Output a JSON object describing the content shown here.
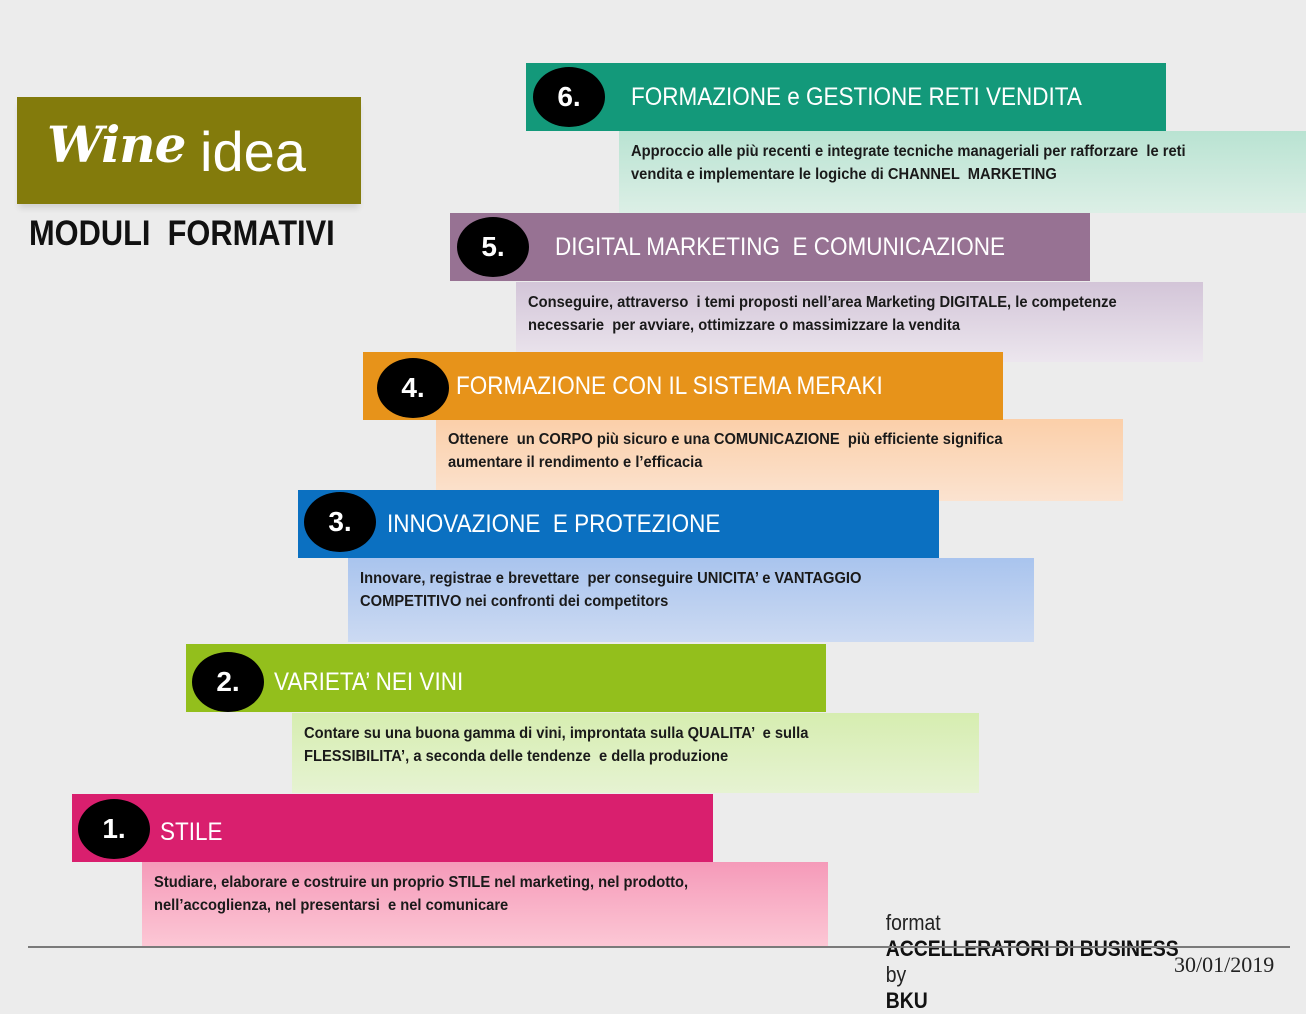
{
  "logo": {
    "wine": "Wine",
    "idea": "idea",
    "bg_color": "#837b0c"
  },
  "subtitle": "MODULI  FORMATIVI",
  "steps": [
    {
      "number": "6.",
      "title": "FORMAZIONE e GESTIONE RETI VENDITA",
      "color": "#13997a",
      "desc_line1": "Approccio alle più recenti e integrate tecniche manageriali per rafforzare  le reti",
      "desc_line2": "vendita e implementare le logiche di CHANNEL  MARKETING"
    },
    {
      "number": "5.",
      "title": "DIGITAL MARKETING  E COMUNICAZIONE",
      "color": "#977293",
      "desc_line1": "Conseguire, attraverso  i temi proposti nell’area Marketing DIGITALE, le competenze",
      "desc_line2": "necessarie  per avviare, ottimizzare o massimizzare la vendita"
    },
    {
      "number": "4.",
      "title": "FORMAZIONE CON IL SISTEMA MERAKI",
      "color": "#e7931a",
      "desc_line1": "Ottenere  un CORPO più sicuro e una COMUNICAZIONE  più efficiente significa",
      "desc_line2": "aumentare il rendimento e l’efficacia"
    },
    {
      "number": "3.",
      "title": "INNOVAZIONE  E PROTEZIONE",
      "color": "#0b70c1",
      "desc_line1": "Innovare, registrae e brevettare  per conseguire UNICITA’ e VANTAGGIO",
      "desc_line2": "COMPETITIVO nei confronti dei competitors"
    },
    {
      "number": "2.",
      "title": "VARIETA’ NEI VINI",
      "color": "#93bf1c",
      "desc_line1": "Contare su una buona gamma di vini, improntata sulla QUALITA’  e sulla",
      "desc_line2": "FLESSIBILITA’, a seconda delle tendenze  e della produzione"
    },
    {
      "number": "1.",
      "title": "STILE",
      "color": "#d91f6e",
      "desc_line1": "Studiare, elaborare e costruire un proprio STILE nel marketing, nel prodotto,",
      "desc_line2": "nell’accoglienza, nel presentarsi  e nel comunicare"
    }
  ],
  "footer": {
    "format_prefix": "format",
    "format_name": "ACCELLERATORI DI BUSINESS",
    "by": "by",
    "brand": "BKU",
    "date": "30/01/2019"
  }
}
